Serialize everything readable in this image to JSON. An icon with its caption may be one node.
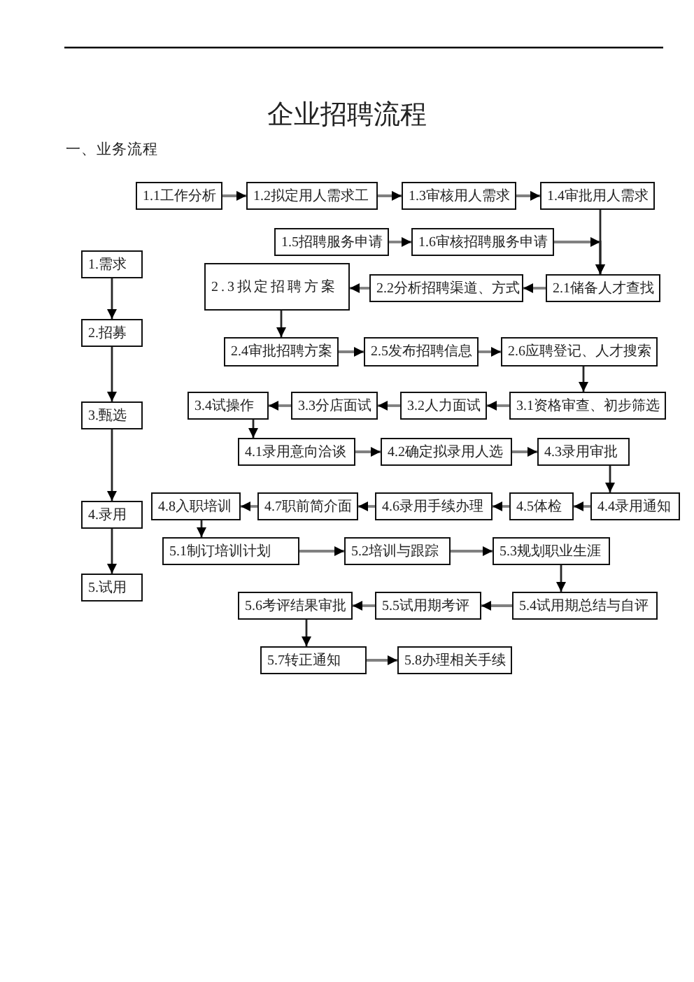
{
  "diagram": {
    "title": "企业招聘流程",
    "nodes": [
      {
        "text": [
          "1.1工作分析"
        ]
      },
      {
        "text": [
          "1.2拟定用人需求工"
        ]
      },
      {
        "text": [
          "1.3审核用人需求"
        ]
      },
      {
        "text": [
          "1.4审批用人需求"
        ]
      },
      {
        "text": [
          "1.5招聘服务申请"
        ]
      },
      {
        "text": [
          "1.6审核招聘服务申请"
        ]
      },
      {
        "text": [
          "1.需求"
        ]
      },
      {
        "text": [
          "2.3拟定招聘方案"
        ]
      },
      {
        "text": [
          "2.2分析招聘渠道、方式"
        ]
      },
      {
        "text": [
          "2.1储备人才查找"
        ]
      },
      {
        "text": [
          "2.招募"
        ]
      },
      {
        "text": [
          "2.4审批招聘方案"
        ]
      },
      {
        "text": [
          "2.5发布招聘信息"
        ]
      },
      {
        "text": [
          "2.6应聘登记、人才搜索"
        ]
      },
      {
        "text": [
          "3.甄选"
        ]
      },
      {
        "text": [
          "3.4试操作"
        ]
      },
      {
        "text": [
          "3.3分店面试"
        ]
      },
      {
        "text": [
          "3.2人力面试"
        ]
      },
      {
        "text": [
          "3.1资格审查、初步筛选"
        ]
      },
      {
        "text": [
          "4.1录用意向洽谈"
        ]
      },
      {
        "text": [
          "4.2确定拟录用人选"
        ]
      },
      {
        "text": [
          "4.3录用审批"
        ]
      },
      {
        "text": [
          "4.录用"
        ]
      },
      {
        "text": [
          "4.8入职培训"
        ]
      },
      {
        "text": [
          "4.7职前简介面"
        ]
      },
      {
        "text": [
          "4.6录用手续办理"
        ]
      },
      {
        "text": [
          "4.5体检"
        ]
      },
      {
        "text": [
          "4.4录用通知"
        ]
      },
      {
        "text": [
          "5.1制订培训计划"
        ]
      },
      {
        "text": [
          "5.2培训与跟踪"
        ]
      },
      {
        "text": [
          "5.3规划职业生涯"
        ]
      },
      {
        "text": [
          "5.试用"
        ]
      },
      {
        "text": [
          "5.6考评结果审批"
        ]
      },
      {
        "text": [
          "5.5试用期考评"
        ]
      },
      {
        "text": [
          "5.4试用期总结与自评"
        ]
      },
      {
        "text": [
          "5.7转正通知"
        ]
      },
      {
        "text": [
          "5.8办理相关手续"
        ]
      }
    ],
    "edges": [
      {
        "from": 0,
        "to": 1,
        "arrow": "to"
      },
      {
        "from": 1,
        "to": 2,
        "arrow": "to"
      },
      {
        "from": 2,
        "to": 3,
        "arrow": "to"
      },
      {
        "from": 3,
        "to": 9,
        "arrow": "to",
        "color": "#262626"
      },
      {
        "from": 4,
        "to": 5,
        "arrow": "to"
      },
      {
        "from": 5,
        "to": 9,
        "arrow": "to"
      },
      {
        "from": 9,
        "to": 8,
        "arrow": "to"
      },
      {
        "from": 8,
        "to": 7,
        "arrow": "to"
      },
      {
        "from": 7,
        "to": 11,
        "arrow": "to",
        "color": "#262626"
      },
      {
        "from": 11,
        "to": 12,
        "arrow": "to"
      },
      {
        "from": 12,
        "to": 13,
        "arrow": "to"
      },
      {
        "from": 13,
        "to": 18,
        "arrow": "to",
        "color": "#262626"
      },
      {
        "from": 18,
        "to": 17,
        "arrow": "to"
      },
      {
        "from": 17,
        "to": 16,
        "arrow": "to"
      },
      {
        "from": 16,
        "to": 15,
        "arrow": "to"
      },
      {
        "from": 15,
        "to": 19,
        "arrow": "to",
        "color": "#262626"
      },
      {
        "from": 19,
        "to": 20,
        "arrow": "to"
      },
      {
        "from": 20,
        "to": 21,
        "arrow": "to"
      },
      {
        "from": 21,
        "to": 27,
        "arrow": "to",
        "color": "#262626"
      },
      {
        "from": 27,
        "to": 26,
        "arrow": "to"
      },
      {
        "from": 26,
        "to": 25,
        "arrow": "to"
      },
      {
        "from": 25,
        "to": 24,
        "arrow": "to"
      },
      {
        "from": 24,
        "to": 23,
        "arrow": "to"
      },
      {
        "from": 23,
        "to": 28,
        "arrow": "to",
        "color": "#262626"
      },
      {
        "from": 28,
        "to": 29,
        "arrow": "to"
      },
      {
        "from": 29,
        "to": 30,
        "arrow": "to"
      },
      {
        "from": 30,
        "to": 34,
        "arrow": "to",
        "color": "#262626"
      },
      {
        "from": 34,
        "to": 33,
        "arrow": "to"
      },
      {
        "from": 33,
        "to": 32,
        "arrow": "to"
      },
      {
        "from": 32,
        "to": 35,
        "arrow": "to",
        "color": "#262626"
      },
      {
        "from": 35,
        "to": 36,
        "arrow": "to"
      },
      {
        "from": 6,
        "to": 10,
        "arrow": "to",
        "color": "#262626"
      },
      {
        "from": 10,
        "to": 14,
        "arrow": "to",
        "color": "#262626"
      },
      {
        "from": 14,
        "to": 22,
        "arrow": "to",
        "color": "#262626"
      },
      {
        "from": 22,
        "to": 31,
        "arrow": "to",
        "color": "#262626"
      }
    ],
    "labels": [
      "一、业务流程"
    ]
  }
}
